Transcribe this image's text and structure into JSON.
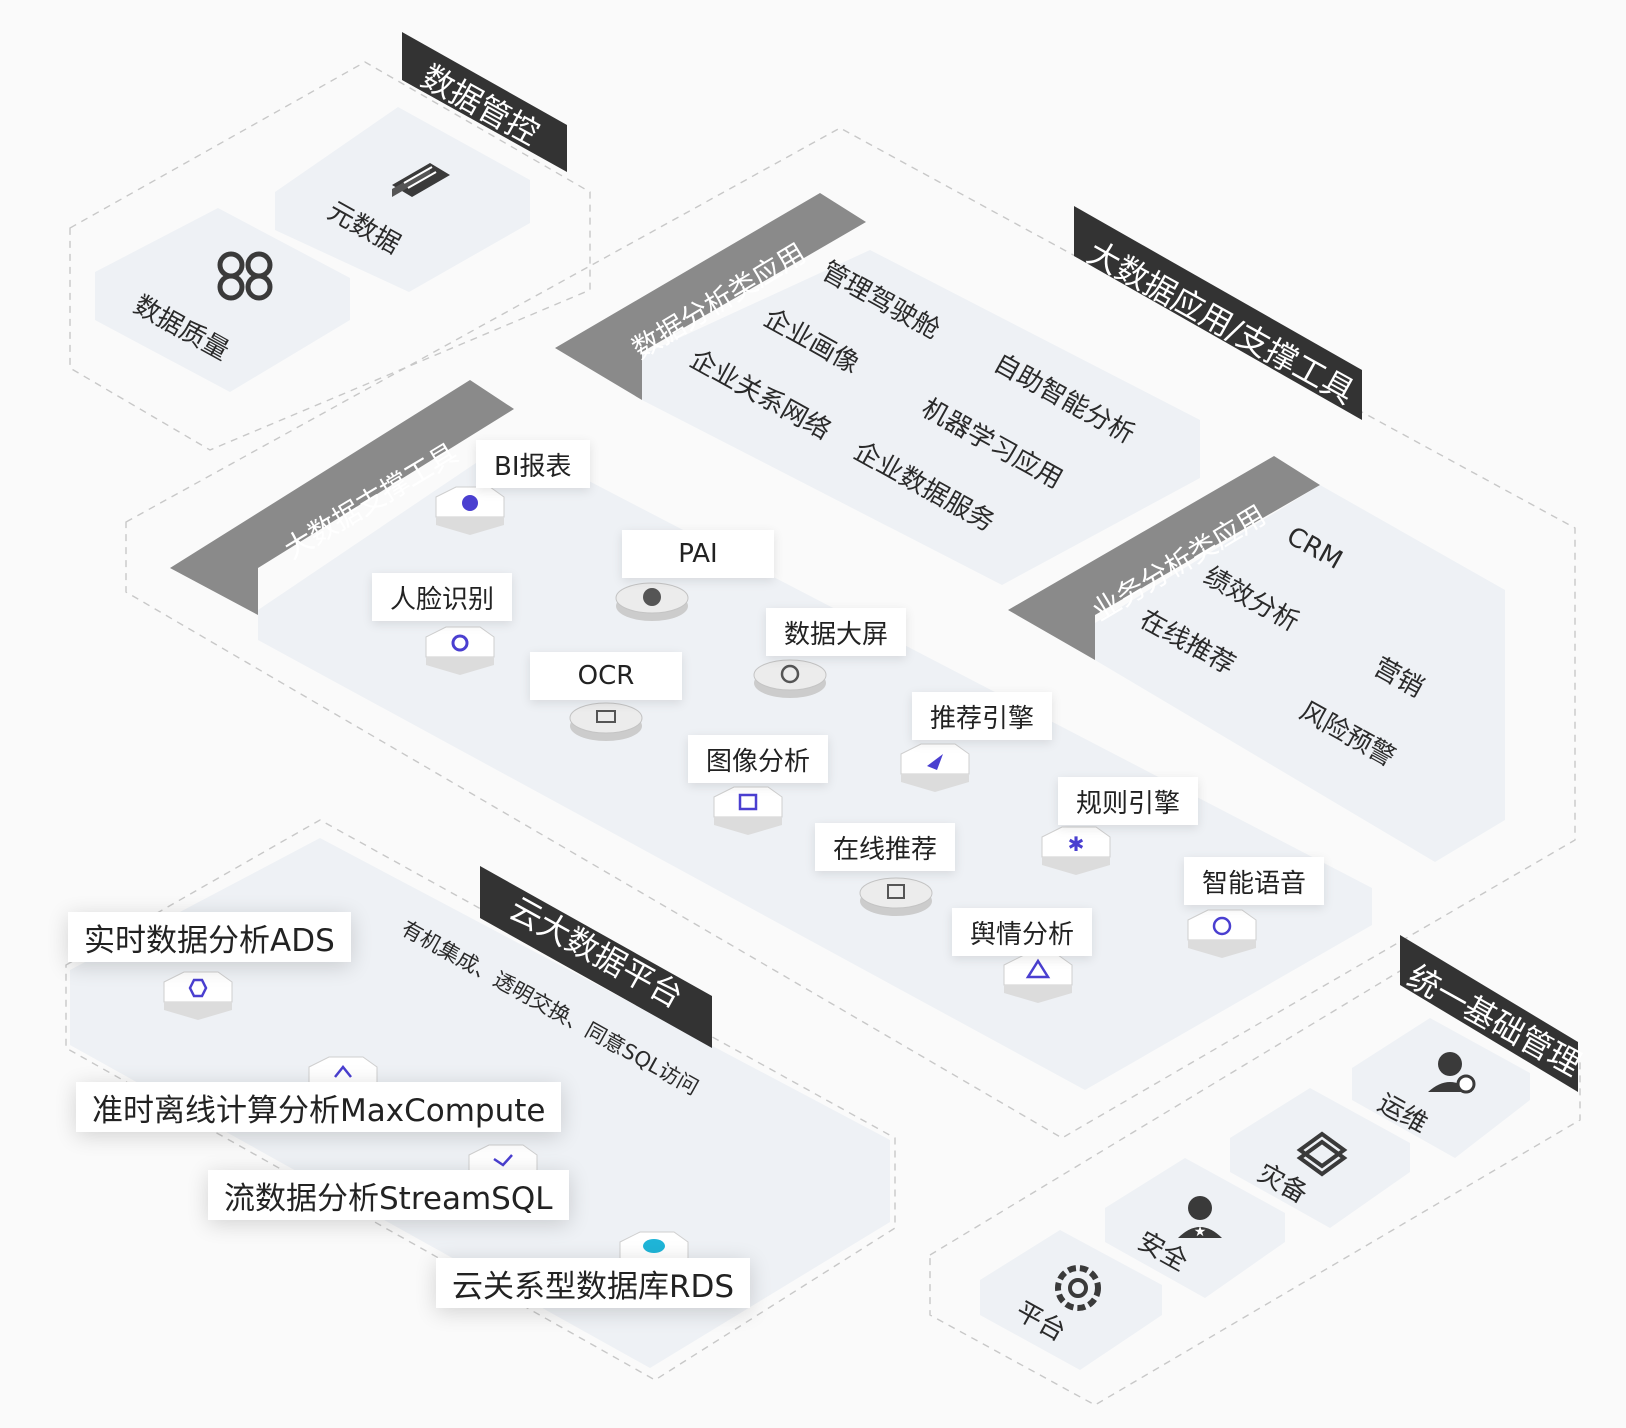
{
  "sections": {
    "data_governance": {
      "title": "数据管控",
      "items": [
        "元数据",
        "数据质量"
      ]
    },
    "big_data_apps": {
      "title": "大数据应用/支撑工具"
    },
    "data_analysis_apps": {
      "title": "数据分析类应用",
      "items": [
        "管理驾驶舱",
        "企业画像",
        "自助智能分析",
        "企业关系网络",
        "机器学习应用",
        "企业数据服务"
      ]
    },
    "business_analysis_apps": {
      "title": "业务分析类应用",
      "items": [
        "CRM",
        "绩效分析",
        "在线推荐",
        "营销",
        "风险预警"
      ]
    },
    "support_tools": {
      "title": "大数据支撑工具",
      "items": [
        "BI报表",
        "PAI",
        "人脸识别",
        "数据大屏",
        "OCR",
        "推荐引擎",
        "图像分析",
        "规则引擎",
        "在线推荐",
        "智能语音",
        "舆情分析"
      ]
    },
    "cloud_platform": {
      "title": "云大数据平台",
      "note": "有机集成、透明交换、同意SQL访问",
      "services": [
        "实时数据分析ADS",
        "准时离线计算分析MaxCompute",
        "流数据分析StreamSQL",
        "云关系型数据库RDS"
      ]
    },
    "unified_management": {
      "title": "统一基础管理",
      "items": [
        "运维",
        "灾备",
        "安全",
        "平台"
      ]
    }
  },
  "colors": {
    "tag_dark": "#333333",
    "tag_gray": "#8a8a8a",
    "tile": "#eef1f5",
    "icon_purple": "#4a3fd0",
    "icon_cyan": "#1fb5d8",
    "icon_gray": "#555555"
  }
}
